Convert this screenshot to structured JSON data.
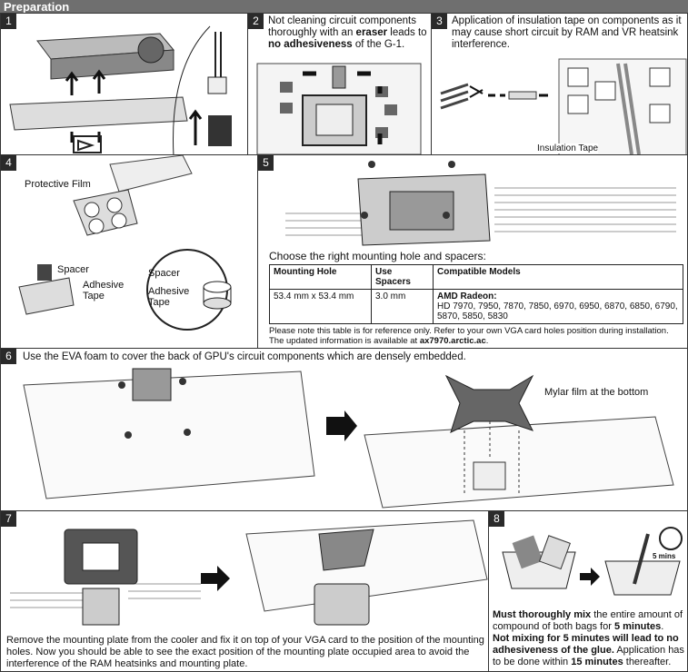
{
  "header": {
    "title": "Preparation"
  },
  "steps": [
    {
      "num": "1"
    },
    {
      "num": "2",
      "text_a": "Not cleaning circuit components thoroughly with an ",
      "text_b": "eraser",
      "text_c": " leads to ",
      "text_d": "no adhesiveness",
      "text_e": " of the G-1."
    },
    {
      "num": "3",
      "text": "Application of insulation tape on components as it may cause short circuit by RAM and VR heatsink interference.",
      "label": "Insulation Tape"
    },
    {
      "num": "4",
      "label_film": "Protective Film",
      "label_spacer": "Spacer",
      "label_adhesive": "Adhesive Tape",
      "label_spacer2": "Spacer",
      "label_adhesive2": "Adhesive Tape"
    },
    {
      "num": "5",
      "heading": "Choose the right mounting hole and spacers:",
      "table": {
        "headers": [
          "Mounting Hole",
          "Use Spacers",
          "Compatible Models"
        ],
        "row": [
          "53.4 mm x 53.4 mm",
          "3.0 mm"
        ],
        "brand": "AMD Radeon:",
        "models": "HD 7970, 7950, 7870, 7850, 6970, 6950, 6870, 6850, 6790, 5870, 5850, 5830"
      },
      "note": "Please note this table is for reference only. Refer to your own VGA card holes position during installation.",
      "note2": "The updated information is available at ",
      "link": "ax7970.arctic.ac",
      "period": "."
    },
    {
      "num": "6",
      "text": "Use the EVA foam to cover the back of GPU's circuit components which are densely embedded.",
      "label": "Mylar film at the bottom"
    },
    {
      "num": "7",
      "text": "Remove the mounting plate from the cooler and fix it on top of your VGA card to the position of the mounting holes. Now you should be able to see the exact position of the mounting plate occupied area to avoid the interference of the RAM heatsinks and mounting plate."
    },
    {
      "num": "8",
      "timer": "5 mins",
      "t1": "Must thoroughly mix",
      "t2": " the entire amount of compound of both bags for ",
      "t3": "5 minutes",
      "t4": ".",
      "t5": "Not mixing for 5 minutes will lead to no adhesiveness of the glue.",
      "t6": " Application has to be done within ",
      "t7": "15 minutes",
      "t8": " thereafter."
    }
  ]
}
